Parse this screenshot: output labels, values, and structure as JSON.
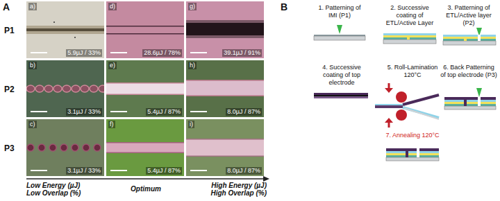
{
  "diagram": {
    "nodes": [
      {
        "text": [
          "a)",
          "5.9µJ / 33%"
        ]
      },
      {
        "text": [
          "d)",
          "28.6µJ / 78%"
        ]
      },
      {
        "text": [
          "g)",
          "39.1µJ / 91%"
        ]
      },
      {
        "text": [
          "b)",
          "3.1µJ / 33%"
        ]
      },
      {
        "text": [
          "e)",
          "5.4µJ / 87%"
        ]
      },
      {
        "text": [
          "h)",
          "8.0µJ / 87%"
        ]
      },
      {
        "text": [
          "c)",
          "3.1µJ / 33%"
        ]
      },
      {
        "text": [
          "f)",
          "5.4µJ / 87%"
        ]
      },
      {
        "text": [
          "i)",
          "8.0µJ / 87%"
        ]
      }
    ],
    "labels": [
      "A",
      "P1",
      "P2",
      "P3",
      "Low Energy (µJ) Low Overlap (%)",
      "Optimum",
      "High Energy (µJ) High Overlap (%)",
      "B",
      "1. Patterning of IMI (P1)",
      "2. Successive coating of ETL/Active Layer",
      "3. Patterning of ETL/Active layer (P2)",
      "4. Successive coating of top electrode",
      "5. Roll-Lamination 120°C",
      "6. Back Patterning of top electrode (P3)",
      "7. Annealing 120°C"
    ]
  }
}
